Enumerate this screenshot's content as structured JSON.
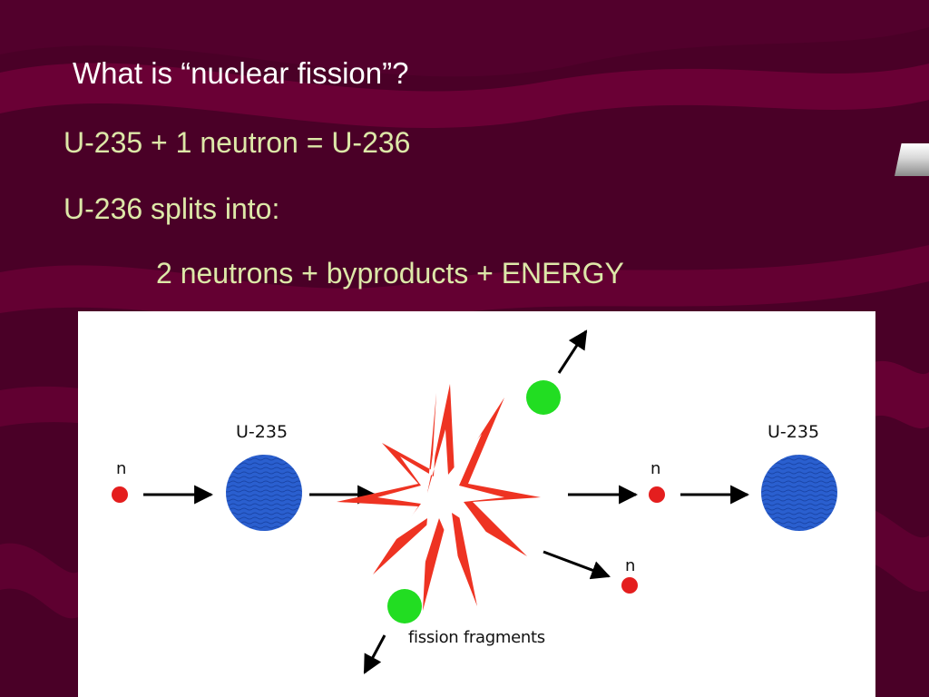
{
  "slide": {
    "title": "What is “nuclear fission”?",
    "lines": [
      "U-235 + 1 neutron = U-236",
      "U-236 splits into:",
      "2 neutrons + byproducts + ENERGY"
    ]
  },
  "diagram": {
    "labels": {
      "uranium_left": "U-235",
      "uranium_right": "U-235",
      "neutron_incoming": "n",
      "neutron_out_1": "n",
      "neutron_out_2": "n",
      "fragments": "fission fragments"
    }
  },
  "colors": {
    "background": "#4a0027",
    "wave": "#6a0035",
    "title_text": "#ffffff",
    "body_text": "#dde8a8",
    "uranium_nucleus": "#2a5fcf",
    "neutron": "#e41e1e",
    "fragment": "#22dd22",
    "burst_outer": "#ee3322",
    "burst_inner": "#ffffff"
  }
}
